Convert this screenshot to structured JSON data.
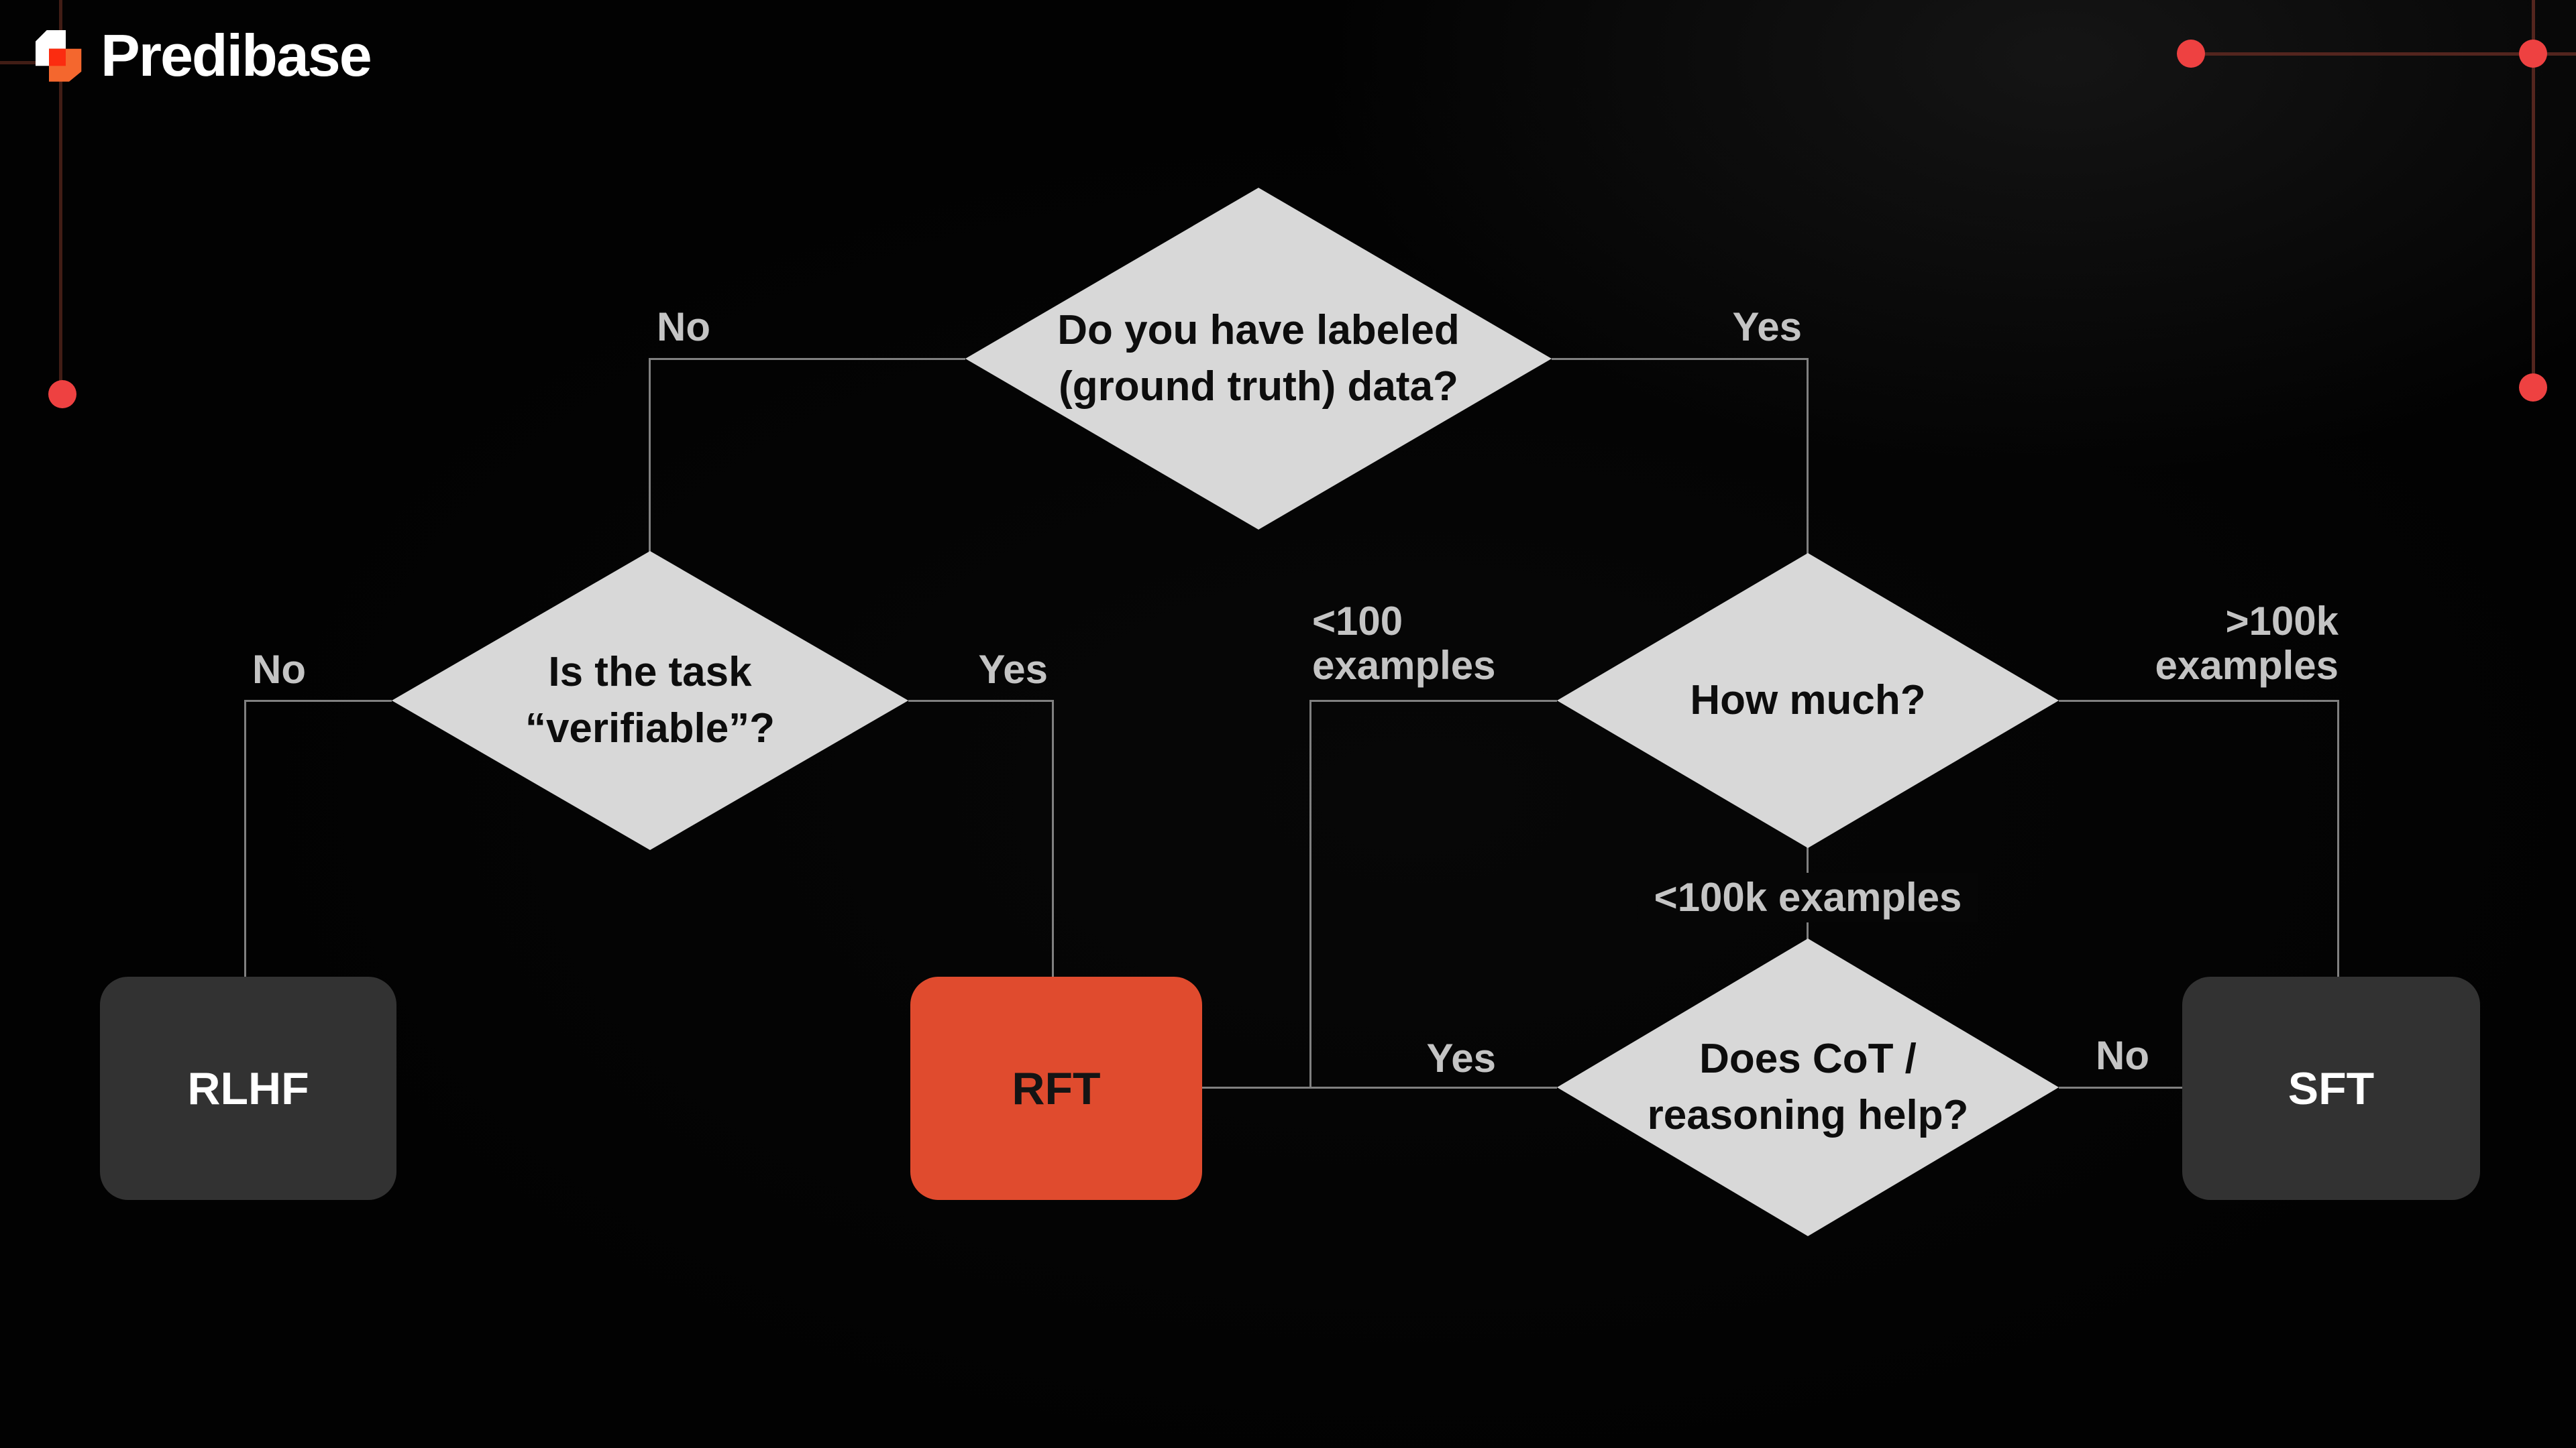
{
  "brand": {
    "name": "Predibase"
  },
  "colors": {
    "background": "#020202",
    "diamond_fill": "#d8d8d8",
    "diamond_text": "#0d0d0d",
    "connector": "#808080",
    "edge_label": "#c4c4c4",
    "box_dark_fill": "#323232",
    "box_dark_text": "#ffffff",
    "box_accent_fill": "#e04b2e",
    "box_accent_text": "#141414",
    "decor_line": "#411d15",
    "decor_dot": "#ee4141",
    "logo_orange": "#f4672e",
    "logo_red": "#fb2c10"
  },
  "nodes": {
    "labeled_data": {
      "line1": "Do you have labeled",
      "line2": "(ground truth) data?"
    },
    "verifiable": {
      "line1": "Is the task",
      "line2": "“verifiable”?"
    },
    "how_much": {
      "line1": "How much?"
    },
    "cot": {
      "line1": "Does CoT /",
      "line2": "reasoning help?"
    },
    "rlhf": {
      "label": "RLHF"
    },
    "rft": {
      "label": "RFT"
    },
    "sft": {
      "label": "SFT"
    }
  },
  "edge_labels": {
    "labeled_no": "No",
    "labeled_yes": "Yes",
    "verifiable_no": "No",
    "verifiable_yes": "Yes",
    "lt100_line1": "<100",
    "lt100_line2": "examples",
    "gt100k_line1": ">100k",
    "gt100k_line2": "examples",
    "lt100k": "<100k examples",
    "cot_yes": "Yes",
    "cot_no": "No"
  }
}
